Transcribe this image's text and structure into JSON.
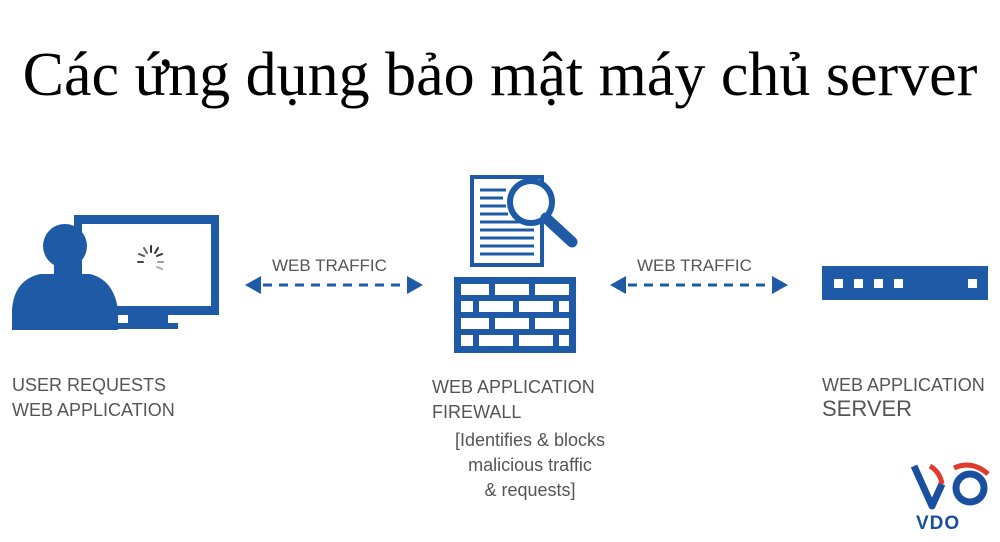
{
  "title": "Các ứng dụng bảo mật máy chủ server",
  "nodes": {
    "user": {
      "line1": "USER REQUESTS",
      "line2": "WEB APPLICATION"
    },
    "firewall": {
      "line1": "WEB APPLICATION",
      "line2": "FIREWALL",
      "note1": "[Identifies & blocks",
      "note2": "malicious traffic",
      "note3": "& requests]"
    },
    "server": {
      "line1": "WEB APPLICATION",
      "line2": "SERVER"
    }
  },
  "links": {
    "left_label": "WEB TRAFFIC",
    "right_label": "WEB TRAFFIC"
  },
  "logo": {
    "text": "VDO"
  },
  "colors": {
    "icon_blue": "#1f5aa6",
    "text_gray": "#555555"
  }
}
